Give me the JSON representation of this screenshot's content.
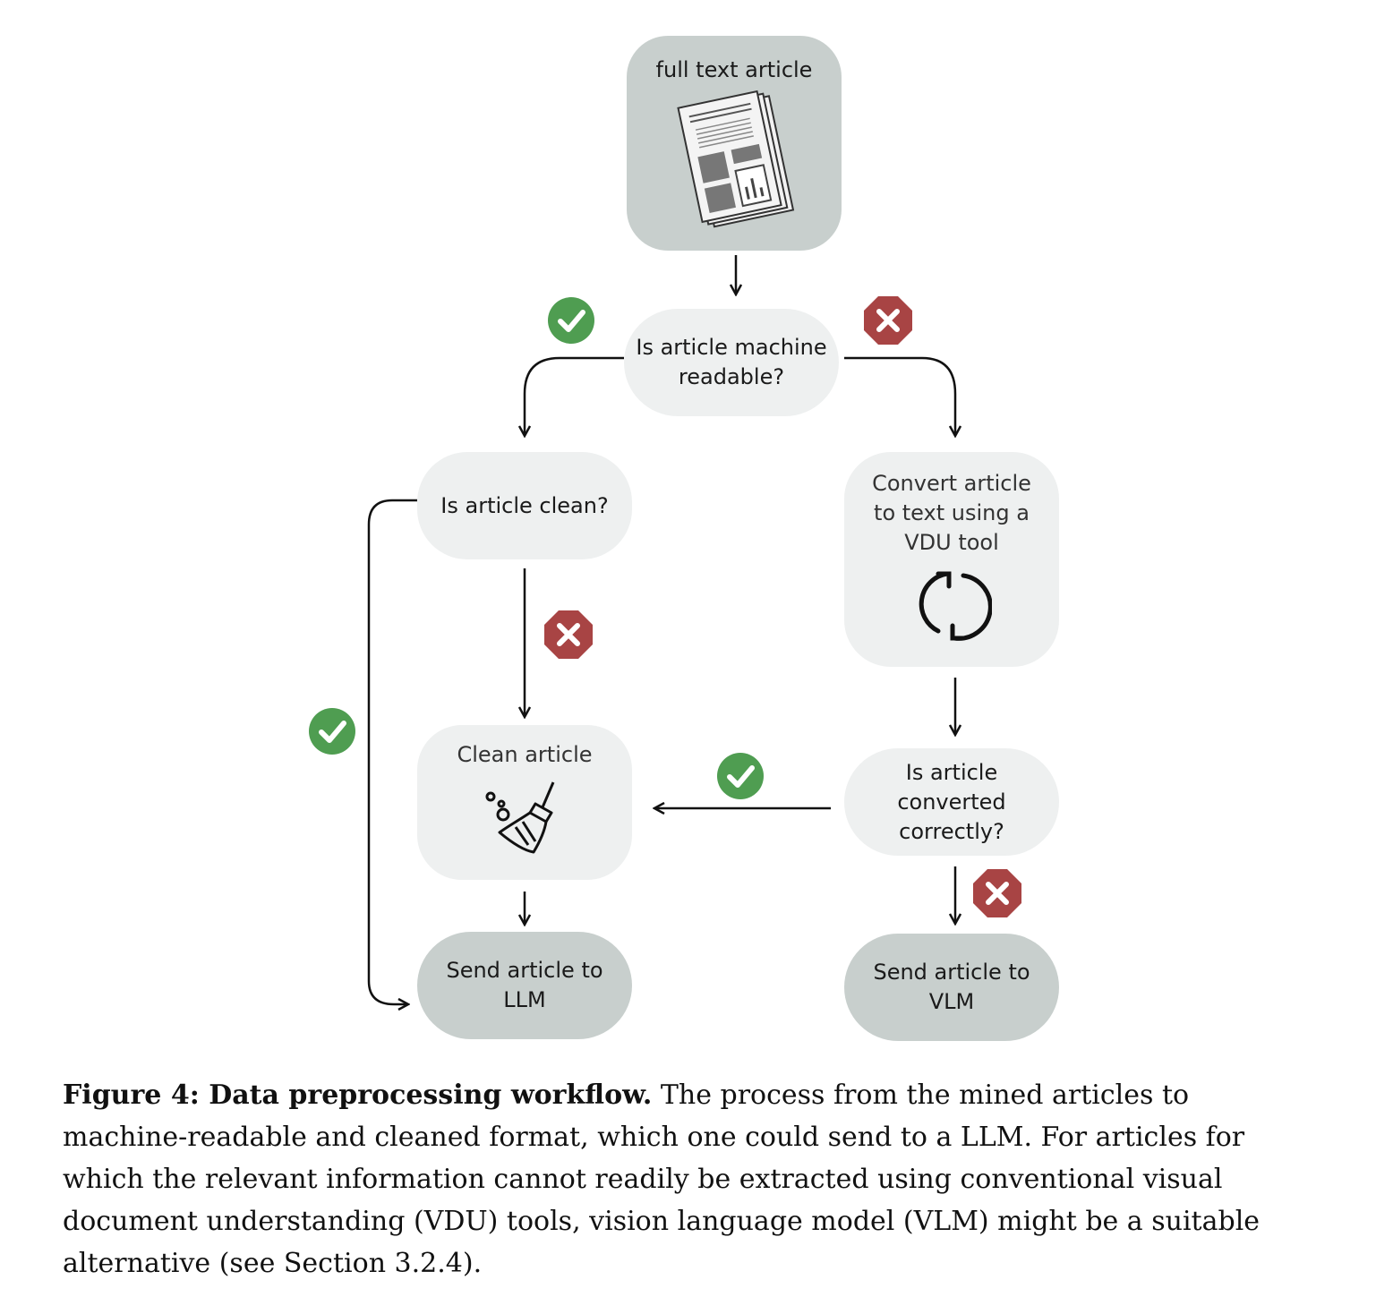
{
  "nodes": {
    "full_text_article": "full text article",
    "machine_readable_q": "Is article machine\nreadable?",
    "clean_q": "Is article clean?",
    "convert": "Convert article\nto text using a\nVDU tool",
    "clean_article": "Clean article",
    "converted_q": "Is article\nconverted\ncorrectly?",
    "send_llm": "Send article to\nLLM",
    "send_vlm": "Send article to\nVLM"
  },
  "icons": {
    "yes": "check-circle-icon",
    "no": "x-octagon-icon",
    "document": "newspaper-icon",
    "convert": "refresh-icon",
    "clean": "broom-icon"
  },
  "colors": {
    "yes": "#4f9d51",
    "no": "#a84444",
    "dark_node": "#c8cfcd",
    "light_node": "#eef0f0"
  },
  "caption": {
    "label": "Figure 4: Data preprocessing workflow.",
    "text": " The process from the mined articles to machine-readable and cleaned format, which one could send to a LLM. For articles for which the relevant information cannot readily be extracted using conventional visual document understanding (VDU) tools, vision language model (VLM) might be a suitable alternative (see Section 3.2.4)."
  }
}
